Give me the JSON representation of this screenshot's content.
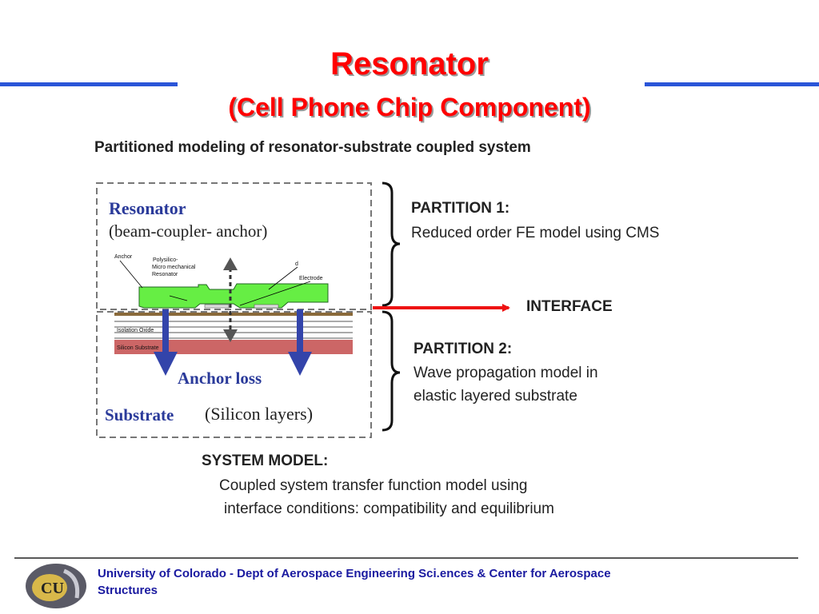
{
  "slide": {
    "title": "Resonator",
    "subtitle": "(Cell Phone Chip Component)"
  },
  "figure": {
    "heading": "Partitioned modeling of resonator-substrate coupled system",
    "resonator_label": "Resonator",
    "resonator_desc": "(beam-coupler- anchor)",
    "anchor_loss": "Anchor loss",
    "substrate_label": "Substrate",
    "substrate_desc": "(Silicon layers)",
    "tiny_labels": {
      "anchor": "Anchor",
      "poly": "Polysilico-",
      "micro": "Micro mechanical",
      "res": "Resonator",
      "d": "d",
      "electrode": "Electrode",
      "isolation": "Isolation Oxide",
      "silicon": "Silicon Substrate"
    },
    "partition1_title": "PARTITION 1:",
    "partition1_desc": "Reduced order FE model using CMS",
    "interface": "INTERFACE",
    "partition2_title": "PARTITION 2:",
    "partition2_line1": "Wave propagation model in",
    "partition2_line2": "elastic layered substrate",
    "system_title": "SYSTEM MODEL:",
    "system_line1": "Coupled system transfer function model using",
    "system_line2": "interface conditions: compatibility and equilibrium"
  },
  "footer": {
    "text_line1": "University of Colorado - Dept of Aerospace Engineering Sci.ences & Center for Aerospace",
    "text_line2": "Structures"
  },
  "colors": {
    "title": "#ff0000",
    "rule": "#2a55d8",
    "footer_text": "#1a1aa0",
    "resonator_green": "#66ee44",
    "substrate_red": "#cc6666",
    "arrow_blue": "#3344aa",
    "interface_arrow": "#ee1111"
  }
}
